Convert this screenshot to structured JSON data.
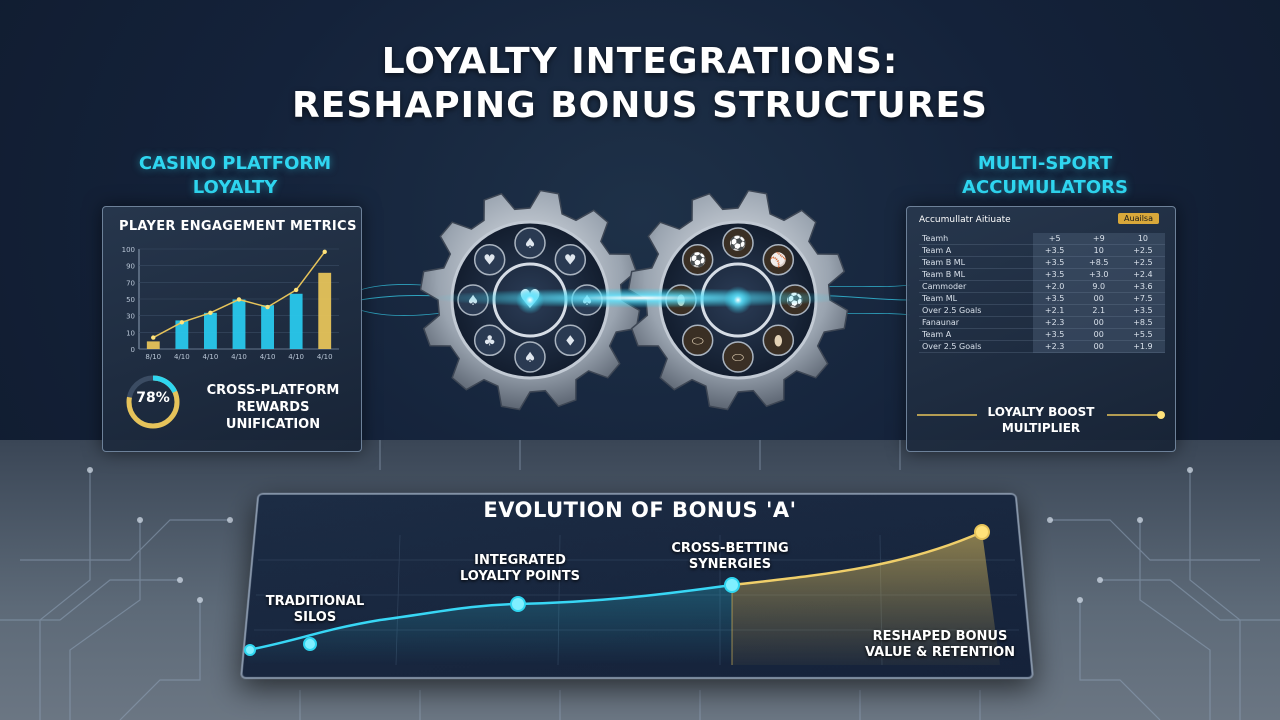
{
  "title": {
    "line1": "LOYALTY INTEGRATIONS:",
    "line2": "RESHAPING BONUS STRUCTURES"
  },
  "casino": {
    "heading_line1": "CASINO PLATFORM",
    "heading_line2": "LOYALTY",
    "panel_title": "PLAYER ENGAGEMENT METRICS",
    "gauge_value": "78%",
    "gauge_fraction": 0.78,
    "cross_label_line1": "CROSS-PLATFORM",
    "cross_label_line2": "REWARDS",
    "cross_label_line3": "UNIFICATION"
  },
  "chart_data": {
    "type": "bar",
    "categories": [
      "8/10",
      "4/10",
      "4/10",
      "4/10",
      "4/10",
      "4/10",
      "4/10"
    ],
    "values": [
      8,
      30,
      38,
      52,
      46,
      58,
      80
    ],
    "line_values": [
      12,
      28,
      38,
      52,
      44,
      62,
      102
    ],
    "yticks": [
      "100",
      "90",
      "70",
      "50",
      "30",
      "10",
      "0"
    ],
    "ylim": [
      0,
      105
    ],
    "title": "PLAYER ENGAGEMENT METRICS",
    "xlabel": "",
    "ylabel": ""
  },
  "sports": {
    "heading_line1": "MULTI-SPORT",
    "heading_line2": "ACCUMULATORS",
    "panel_title": "Accumullatr Aitiuate",
    "badge": "Auailsa",
    "header": [
      "Teamh",
      "+5",
      "+9",
      "10"
    ],
    "rows": [
      [
        "Team A",
        "+3.5",
        "10",
        "+2.5"
      ],
      [
        "Team B ML",
        "+3.5",
        "+8.5",
        "+2.5"
      ],
      [
        "Team B ML",
        "+3.5",
        "+3.0",
        "+2.4"
      ],
      [
        "Cammoder",
        "+2.0",
        "9.0",
        "+3.6"
      ],
      [
        "Team ML",
        "+3.5",
        "00",
        "+7.5"
      ],
      [
        "Over 2.5 Goals",
        "+2.1",
        "2.1",
        "+3.5"
      ],
      [
        "Fanaunar",
        "+2.3",
        "00",
        "+8.5"
      ],
      [
        "Team A",
        "+3.5",
        "00",
        "+5.5"
      ],
      [
        "Over 2.5 Goals",
        "+2.3",
        "00",
        "+1.9"
      ]
    ],
    "boost_line1": "LOYALTY BOOST",
    "boost_line2": "MULTIPLIER"
  },
  "evolution": {
    "title": "EVOLUTION OF BONUS 'A'",
    "stage1_line1": "TRADITIONAL",
    "stage1_line2": "SILOS",
    "stage2_line1": "INTEGRATED",
    "stage2_line2": "LOYALTY POINTS",
    "stage3_line1": "CROSS-BETTING",
    "stage3_line2": "SYNERGIES",
    "stage4_line1": "RESHAPED BONUS",
    "stage4_line2": "VALUE & RETENTION"
  },
  "colors": {
    "cyan": "#2fd6f0",
    "gold": "#e6c35a",
    "bar": "#29c8ec"
  },
  "icons": {
    "left_gear": "casino-gear-icon",
    "right_gear": "sports-gear-icon"
  }
}
